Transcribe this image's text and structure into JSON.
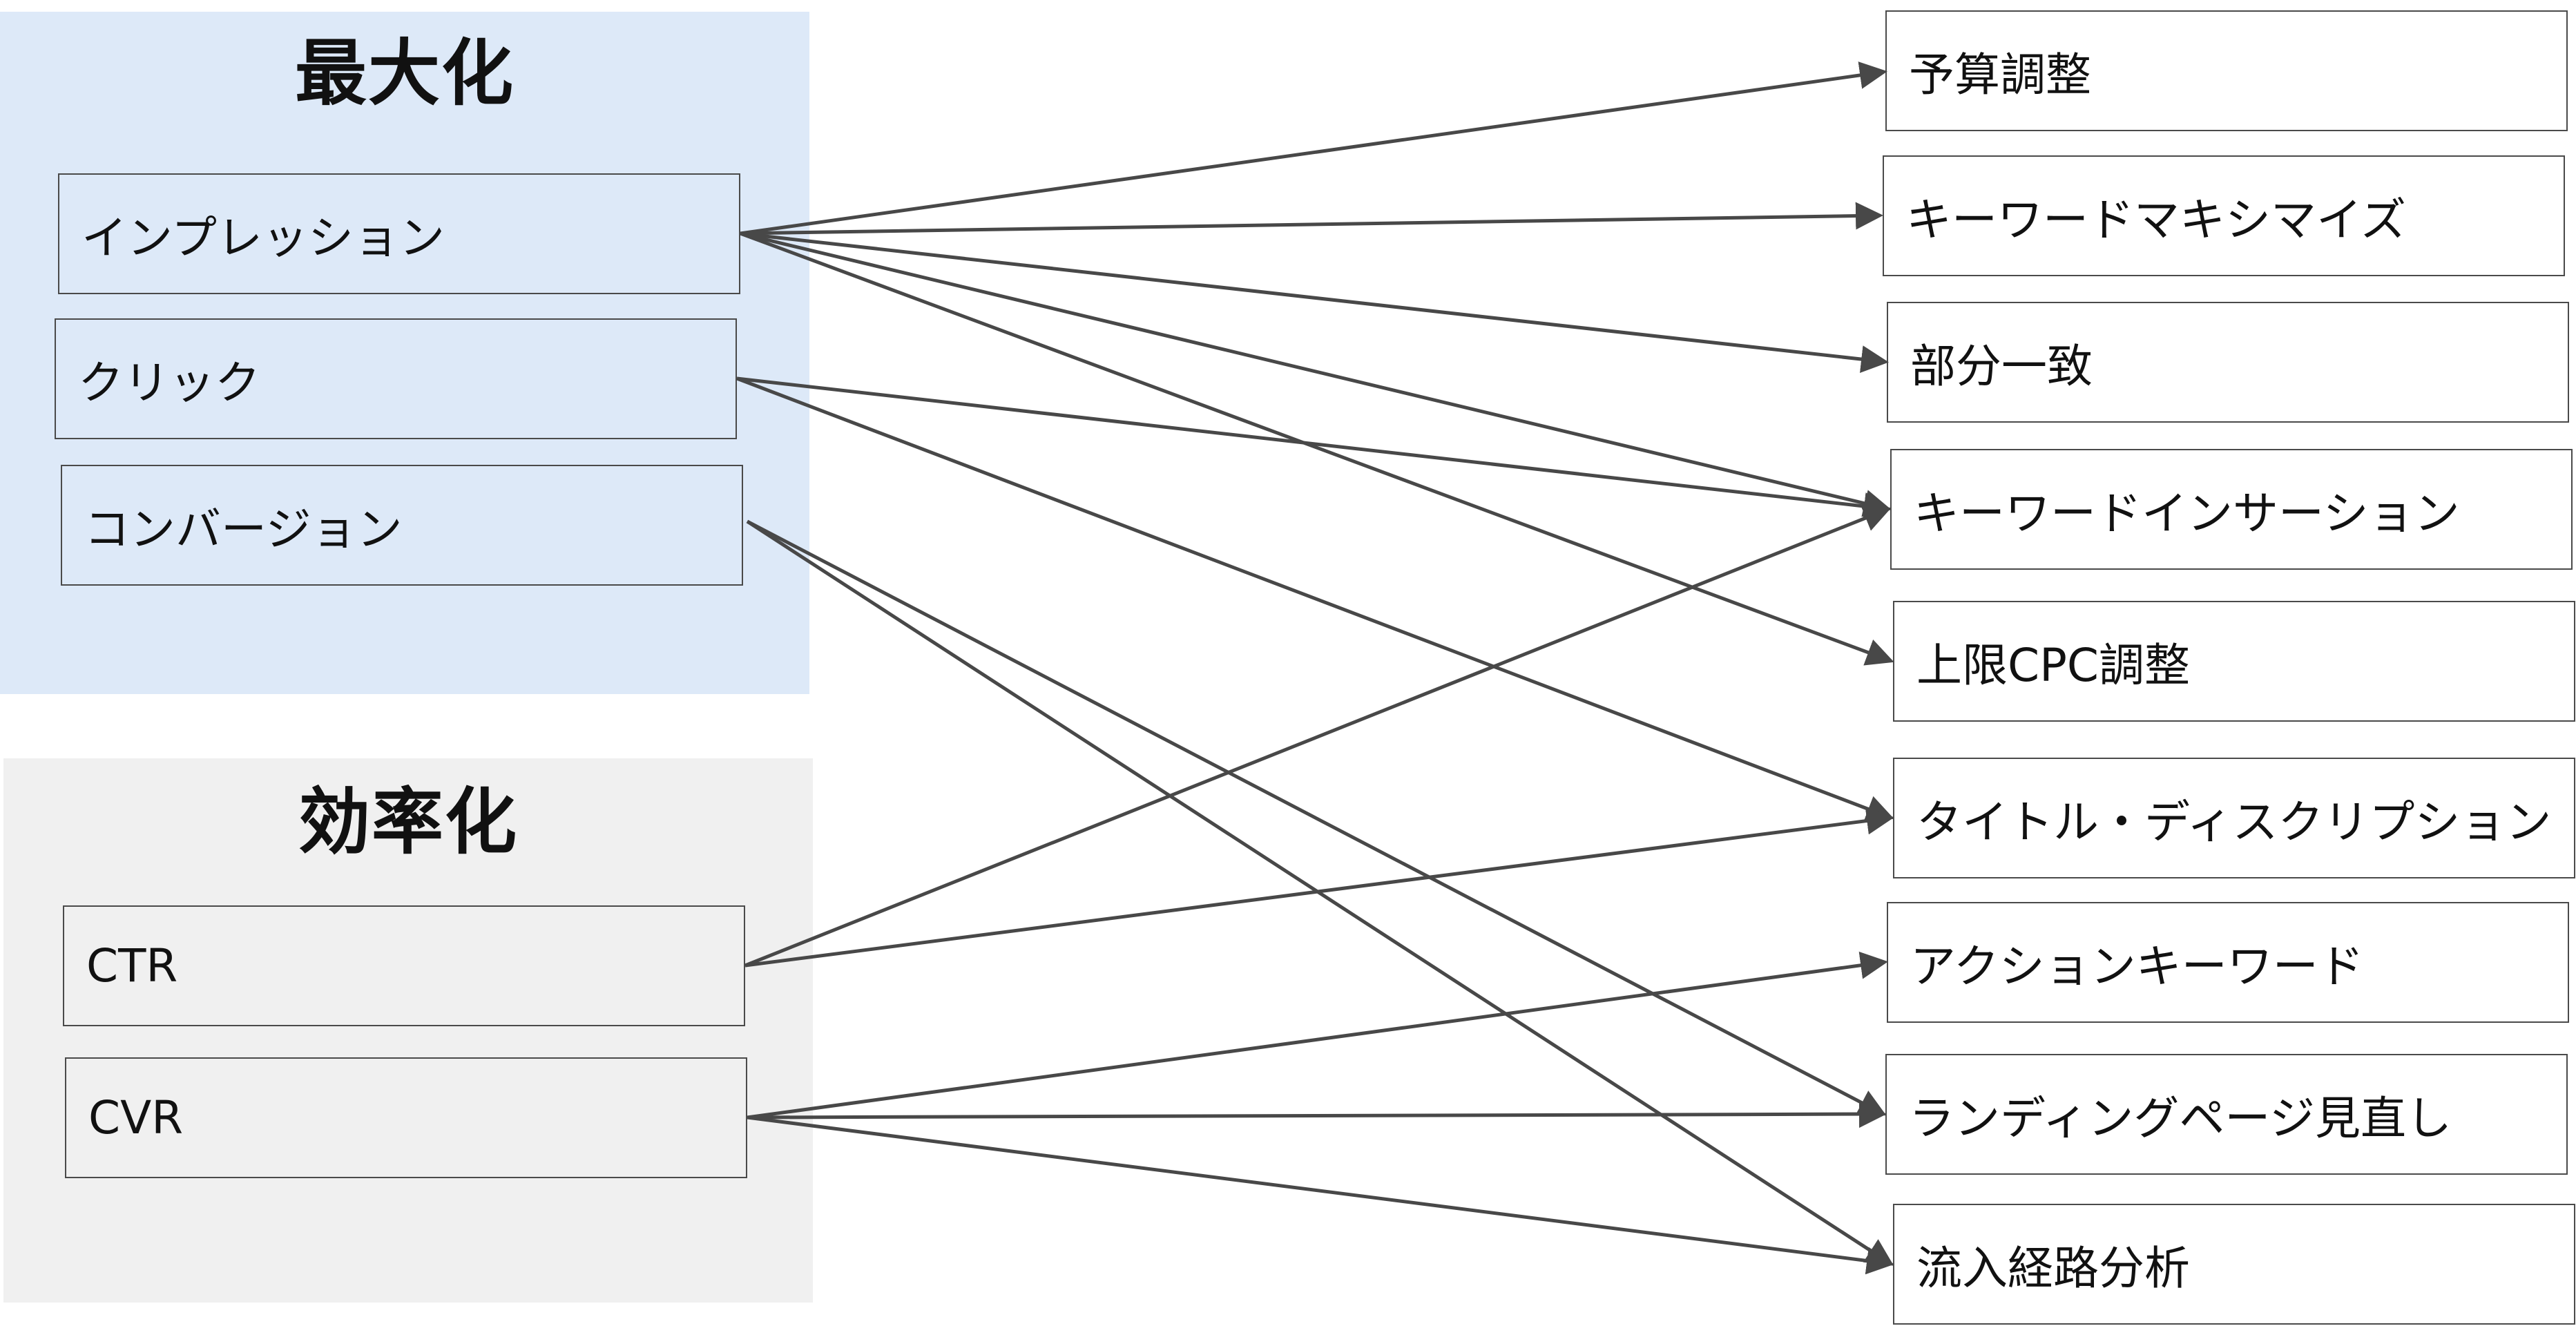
{
  "groups": [
    {
      "title": "最大化",
      "metrics": [
        "インプレッション",
        "クリック",
        "コンバージョン"
      ]
    },
    {
      "title": "効率化",
      "metrics": [
        "CTR",
        "CVR"
      ]
    }
  ],
  "actions": [
    "予算調整",
    "キーワードマキシマイズ",
    "部分一致",
    "キーワードインサーション",
    "上限CPC調整",
    "タイトル・ディスクリプション",
    "アクションキーワード",
    "ランディングページ見直し",
    "流入経路分析"
  ],
  "connections": [
    {
      "from": "インプレッション",
      "to": "予算調整"
    },
    {
      "from": "インプレッション",
      "to": "キーワードマキシマイズ"
    },
    {
      "from": "インプレッション",
      "to": "部分一致"
    },
    {
      "from": "インプレッション",
      "to": "キーワードインサーション"
    },
    {
      "from": "インプレッション",
      "to": "上限CPC調整"
    },
    {
      "from": "クリック",
      "to": "キーワードインサーション"
    },
    {
      "from": "クリック",
      "to": "タイトル・ディスクリプション"
    },
    {
      "from": "コンバージョン",
      "to": "ランディングページ見直し"
    },
    {
      "from": "コンバージョン",
      "to": "流入経路分析"
    },
    {
      "from": "CTR",
      "to": "キーワードインサーション"
    },
    {
      "from": "CTR",
      "to": "タイトル・ディスクリプション"
    },
    {
      "from": "CVR",
      "to": "アクションキーワード"
    },
    {
      "from": "CVR",
      "to": "ランディングページ見直し"
    },
    {
      "from": "CVR",
      "to": "流入経路分析"
    }
  ],
  "colors": {
    "maximize_panel": "#dde9f8",
    "efficiency_panel": "#f0f0f0",
    "line": "#484848",
    "border": "#4a4a4a"
  }
}
